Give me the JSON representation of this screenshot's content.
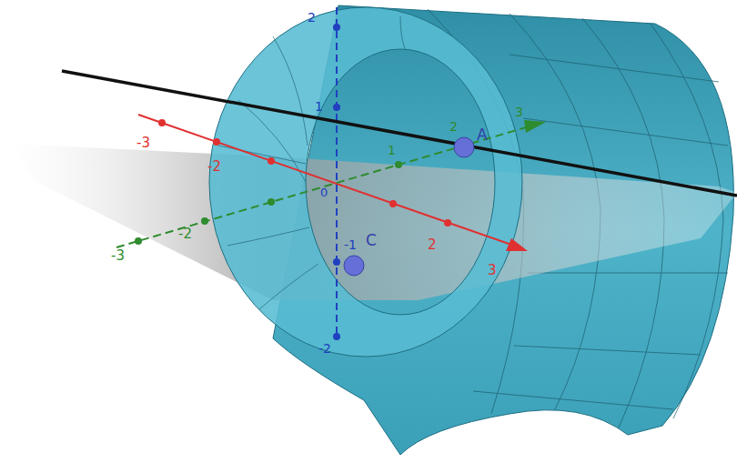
{
  "diagram": {
    "labels": [
      "2",
      "1",
      "0",
      "-1",
      "-2",
      "-3",
      "-2",
      "2",
      "3",
      "-3",
      "-2",
      "1",
      "2",
      "3",
      "A",
      "C"
    ]
  }
}
